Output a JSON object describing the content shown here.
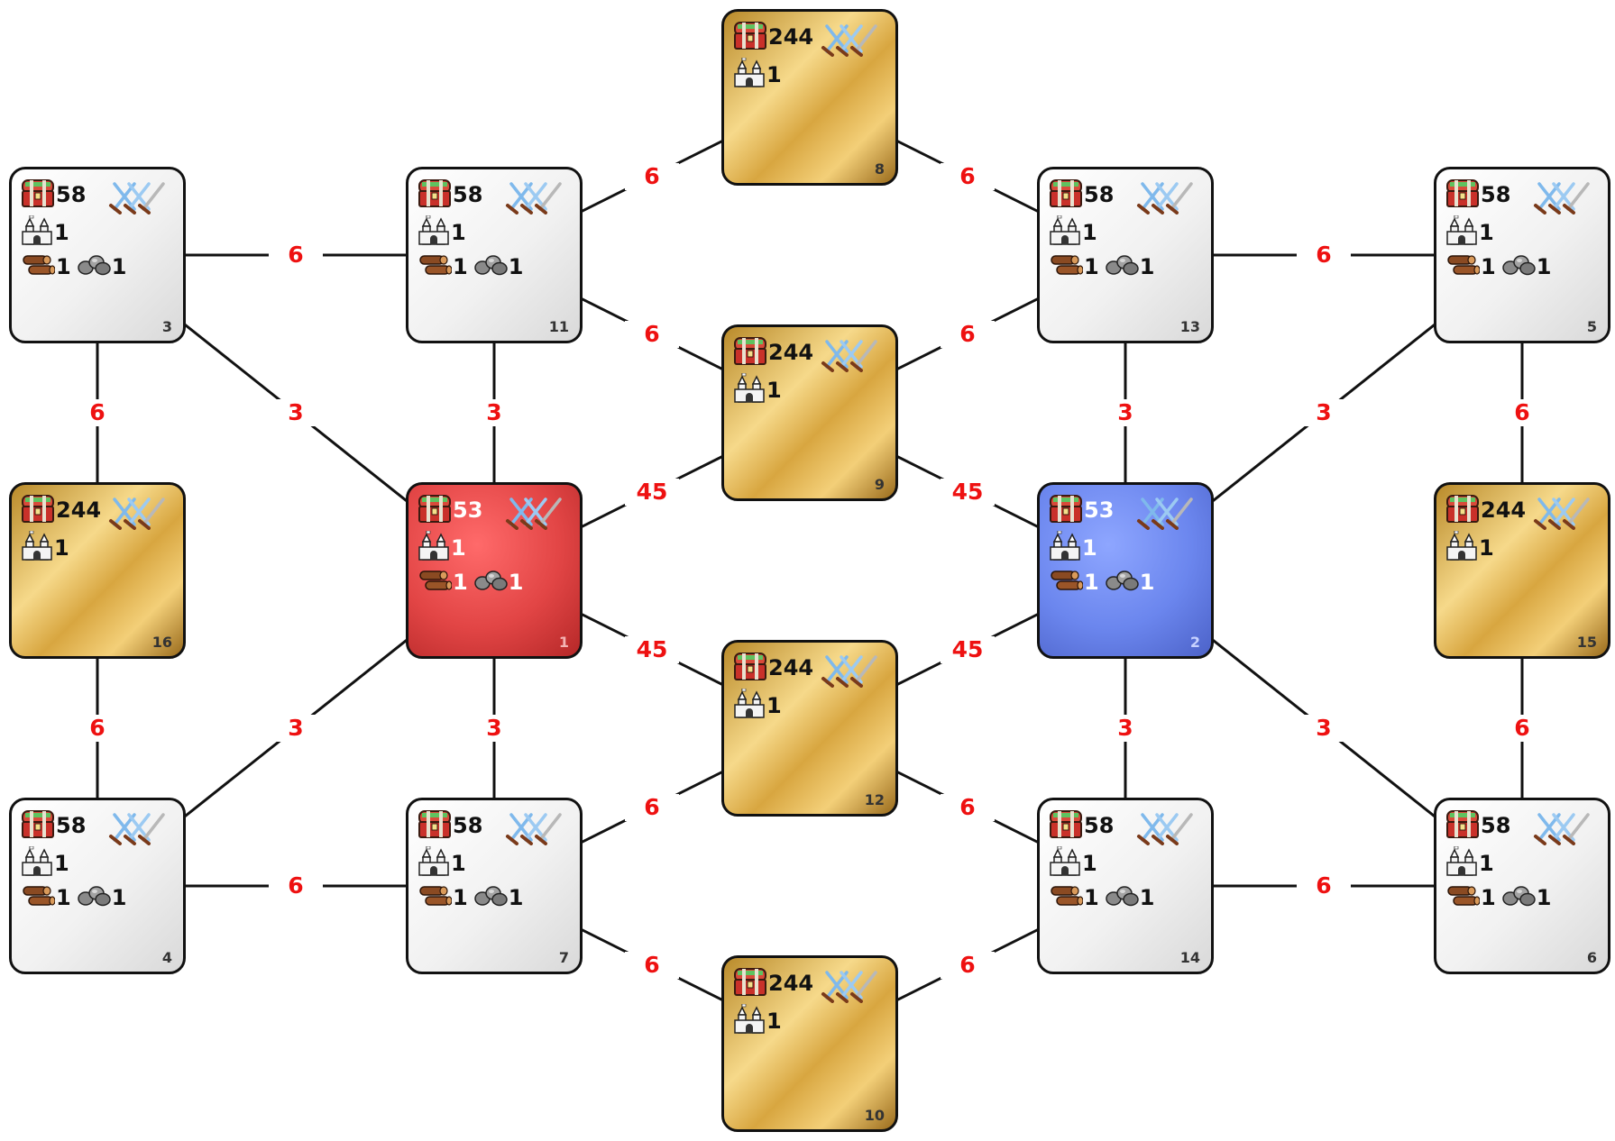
{
  "colors": {
    "edge_line": "#111111",
    "edge_label": "#ee1111",
    "player_red": "#e24545",
    "player_blue": "#6b86ee",
    "gold_tile": "#e6bc5c",
    "neutral_tile": "#f1f1f1"
  },
  "icons": {
    "treasure": "treasure-chest-icon",
    "castle": "castle-icon",
    "wood": "wood-logs-icon",
    "stone": "stone-icon",
    "swords": "crossed-swords-icon"
  },
  "nodes": [
    {
      "id": "1",
      "type": "red",
      "gold": "53",
      "castle": "1",
      "wood": "1",
      "stone": "1"
    },
    {
      "id": "2",
      "type": "blue",
      "gold": "53",
      "castle": "1",
      "wood": "1",
      "stone": "1"
    },
    {
      "id": "3",
      "type": "neutral",
      "gold": "58",
      "castle": "1",
      "wood": "1",
      "stone": "1"
    },
    {
      "id": "4",
      "type": "neutral",
      "gold": "58",
      "castle": "1",
      "wood": "1",
      "stone": "1"
    },
    {
      "id": "5",
      "type": "neutral",
      "gold": "58",
      "castle": "1",
      "wood": "1",
      "stone": "1"
    },
    {
      "id": "6",
      "type": "neutral",
      "gold": "58",
      "castle": "1",
      "wood": "1",
      "stone": "1"
    },
    {
      "id": "7",
      "type": "neutral",
      "gold": "58",
      "castle": "1",
      "wood": "1",
      "stone": "1"
    },
    {
      "id": "8",
      "type": "gold",
      "gold": "244",
      "castle": "1"
    },
    {
      "id": "9",
      "type": "gold",
      "gold": "244",
      "castle": "1"
    },
    {
      "id": "10",
      "type": "gold",
      "gold": "244",
      "castle": "1"
    },
    {
      "id": "11",
      "type": "neutral",
      "gold": "58",
      "castle": "1",
      "wood": "1",
      "stone": "1"
    },
    {
      "id": "12",
      "type": "gold",
      "gold": "244",
      "castle": "1"
    },
    {
      "id": "13",
      "type": "neutral",
      "gold": "58",
      "castle": "1",
      "wood": "1",
      "stone": "1"
    },
    {
      "id": "14",
      "type": "neutral",
      "gold": "58",
      "castle": "1",
      "wood": "1",
      "stone": "1"
    },
    {
      "id": "15",
      "type": "gold",
      "gold": "244",
      "castle": "1"
    },
    {
      "id": "16",
      "type": "gold",
      "gold": "244",
      "castle": "1"
    }
  ],
  "edges": [
    {
      "a": "3",
      "b": "11",
      "w": "6"
    },
    {
      "a": "3",
      "b": "16",
      "w": "6"
    },
    {
      "a": "3",
      "b": "1",
      "w": "3"
    },
    {
      "a": "11",
      "b": "1",
      "w": "3"
    },
    {
      "a": "11",
      "b": "8",
      "w": "6"
    },
    {
      "a": "11",
      "b": "9",
      "w": "6"
    },
    {
      "a": "8",
      "b": "13",
      "w": "6"
    },
    {
      "a": "9",
      "b": "13",
      "w": "6"
    },
    {
      "a": "13",
      "b": "5",
      "w": "6"
    },
    {
      "a": "13",
      "b": "2",
      "w": "3"
    },
    {
      "a": "5",
      "b": "2",
      "w": "3"
    },
    {
      "a": "5",
      "b": "15",
      "w": "6"
    },
    {
      "a": "1",
      "b": "9",
      "w": "45"
    },
    {
      "a": "1",
      "b": "12",
      "w": "45"
    },
    {
      "a": "9",
      "b": "2",
      "w": "45"
    },
    {
      "a": "12",
      "b": "2",
      "w": "45"
    },
    {
      "a": "16",
      "b": "4",
      "w": "6"
    },
    {
      "a": "1",
      "b": "4",
      "w": "3"
    },
    {
      "a": "1",
      "b": "7",
      "w": "3"
    },
    {
      "a": "2",
      "b": "14",
      "w": "3"
    },
    {
      "a": "2",
      "b": "6",
      "w": "3"
    },
    {
      "a": "15",
      "b": "6",
      "w": "6"
    },
    {
      "a": "12",
      "b": "7",
      "w": "6"
    },
    {
      "a": "12",
      "b": "14",
      "w": "6"
    },
    {
      "a": "4",
      "b": "7",
      "w": "6"
    },
    {
      "a": "14",
      "b": "6",
      "w": "6"
    },
    {
      "a": "7",
      "b": "10",
      "w": "6"
    },
    {
      "a": "10",
      "b": "14",
      "w": "6"
    }
  ]
}
